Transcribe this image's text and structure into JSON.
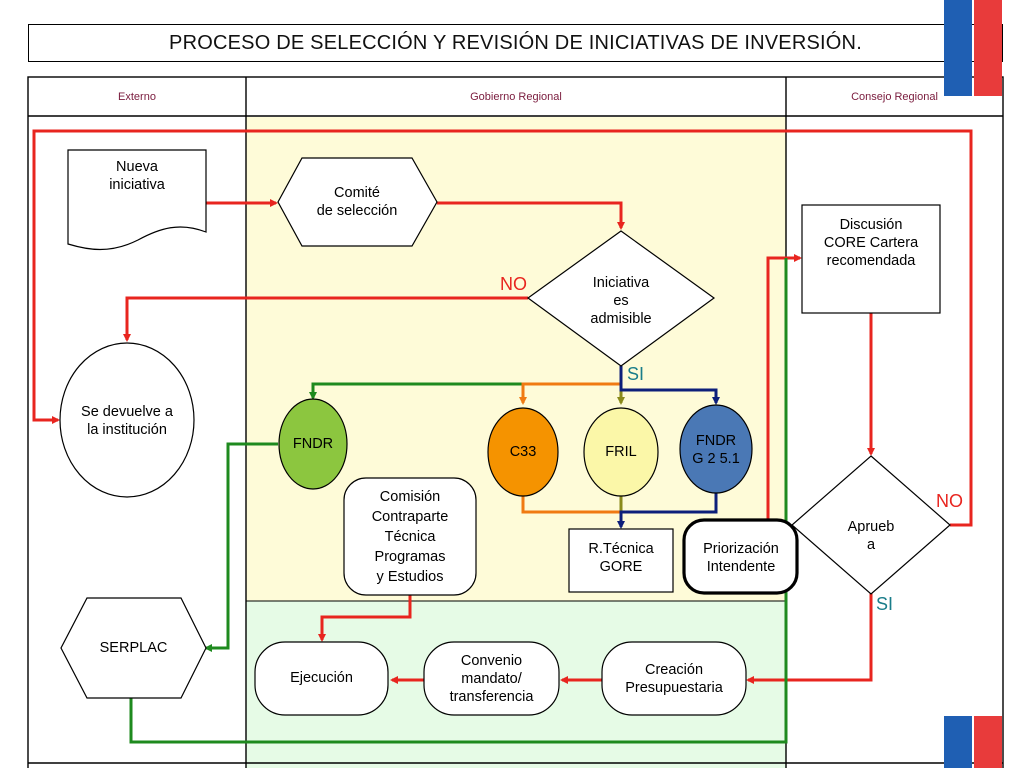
{
  "title": "PROCESO DE SELECCIÓN Y REVISIÓN DE INICIATIVAS DE INVERSIÓN.",
  "lanes": {
    "externo": "Externo",
    "gobierno": "Gobierno Regional",
    "consejo": "Consejo Regional"
  },
  "nodes": {
    "nueva_1": "Nueva",
    "nueva_2": "iniciativa",
    "comite_1": "Comité",
    "comite_2": "de selección",
    "admisible_1": "Iniciativa",
    "admisible_2": "es",
    "admisible_3": "admisible",
    "devuelve_1": "Se devuelve a",
    "devuelve_2": "la institución",
    "fndr": "FNDR",
    "c33": "C33",
    "fril": "FRIL",
    "fndr_g_1": "FNDR",
    "fndr_g_2": "G 2 5.1",
    "comision_1": "Comisión",
    "comision_2": "Contraparte",
    "comision_3": "Técnica",
    "comision_4": "Programas",
    "comision_5": "y Estudios",
    "rtecnica_1": "R.Técnica",
    "rtecnica_2": "GORE",
    "priorizacion_1": "Priorización",
    "priorizacion_2": "Intendente",
    "discusion_1": "Discusión",
    "discusion_2": "CORE Cartera",
    "discusion_3": "recomendada",
    "aprueba_1": "Aprueb",
    "aprueba_2": "a",
    "serplac": "SERPLAC",
    "ejecucion": "Ejecución",
    "convenio_1": "Convenio",
    "convenio_2": "mandato/",
    "convenio_3": "transferencia",
    "creacion_1": "Creación",
    "creacion_2": "Presupuestaria"
  },
  "labels": {
    "no_admisible": "NO",
    "si_admisible": "SI",
    "no_aprueba": "NO",
    "si_aprueba": "SI"
  },
  "colors": {
    "red_flow": "#e8251f",
    "green_flow": "#1e8a1e",
    "navy_flow": "#0d1f7a",
    "orange_flow": "#f07a12",
    "olive_flow": "#8a8a1a",
    "fndr_fill": "#8cc63f",
    "c33_fill": "#f59300",
    "fril_fill": "#fbf7a8",
    "fndr_g_fill": "#4a78b5",
    "yellow_zone": "#fefbd8",
    "green_zone": "#e6fbe6",
    "label_teal": "#1a7d8a",
    "title_text": "#111111"
  }
}
